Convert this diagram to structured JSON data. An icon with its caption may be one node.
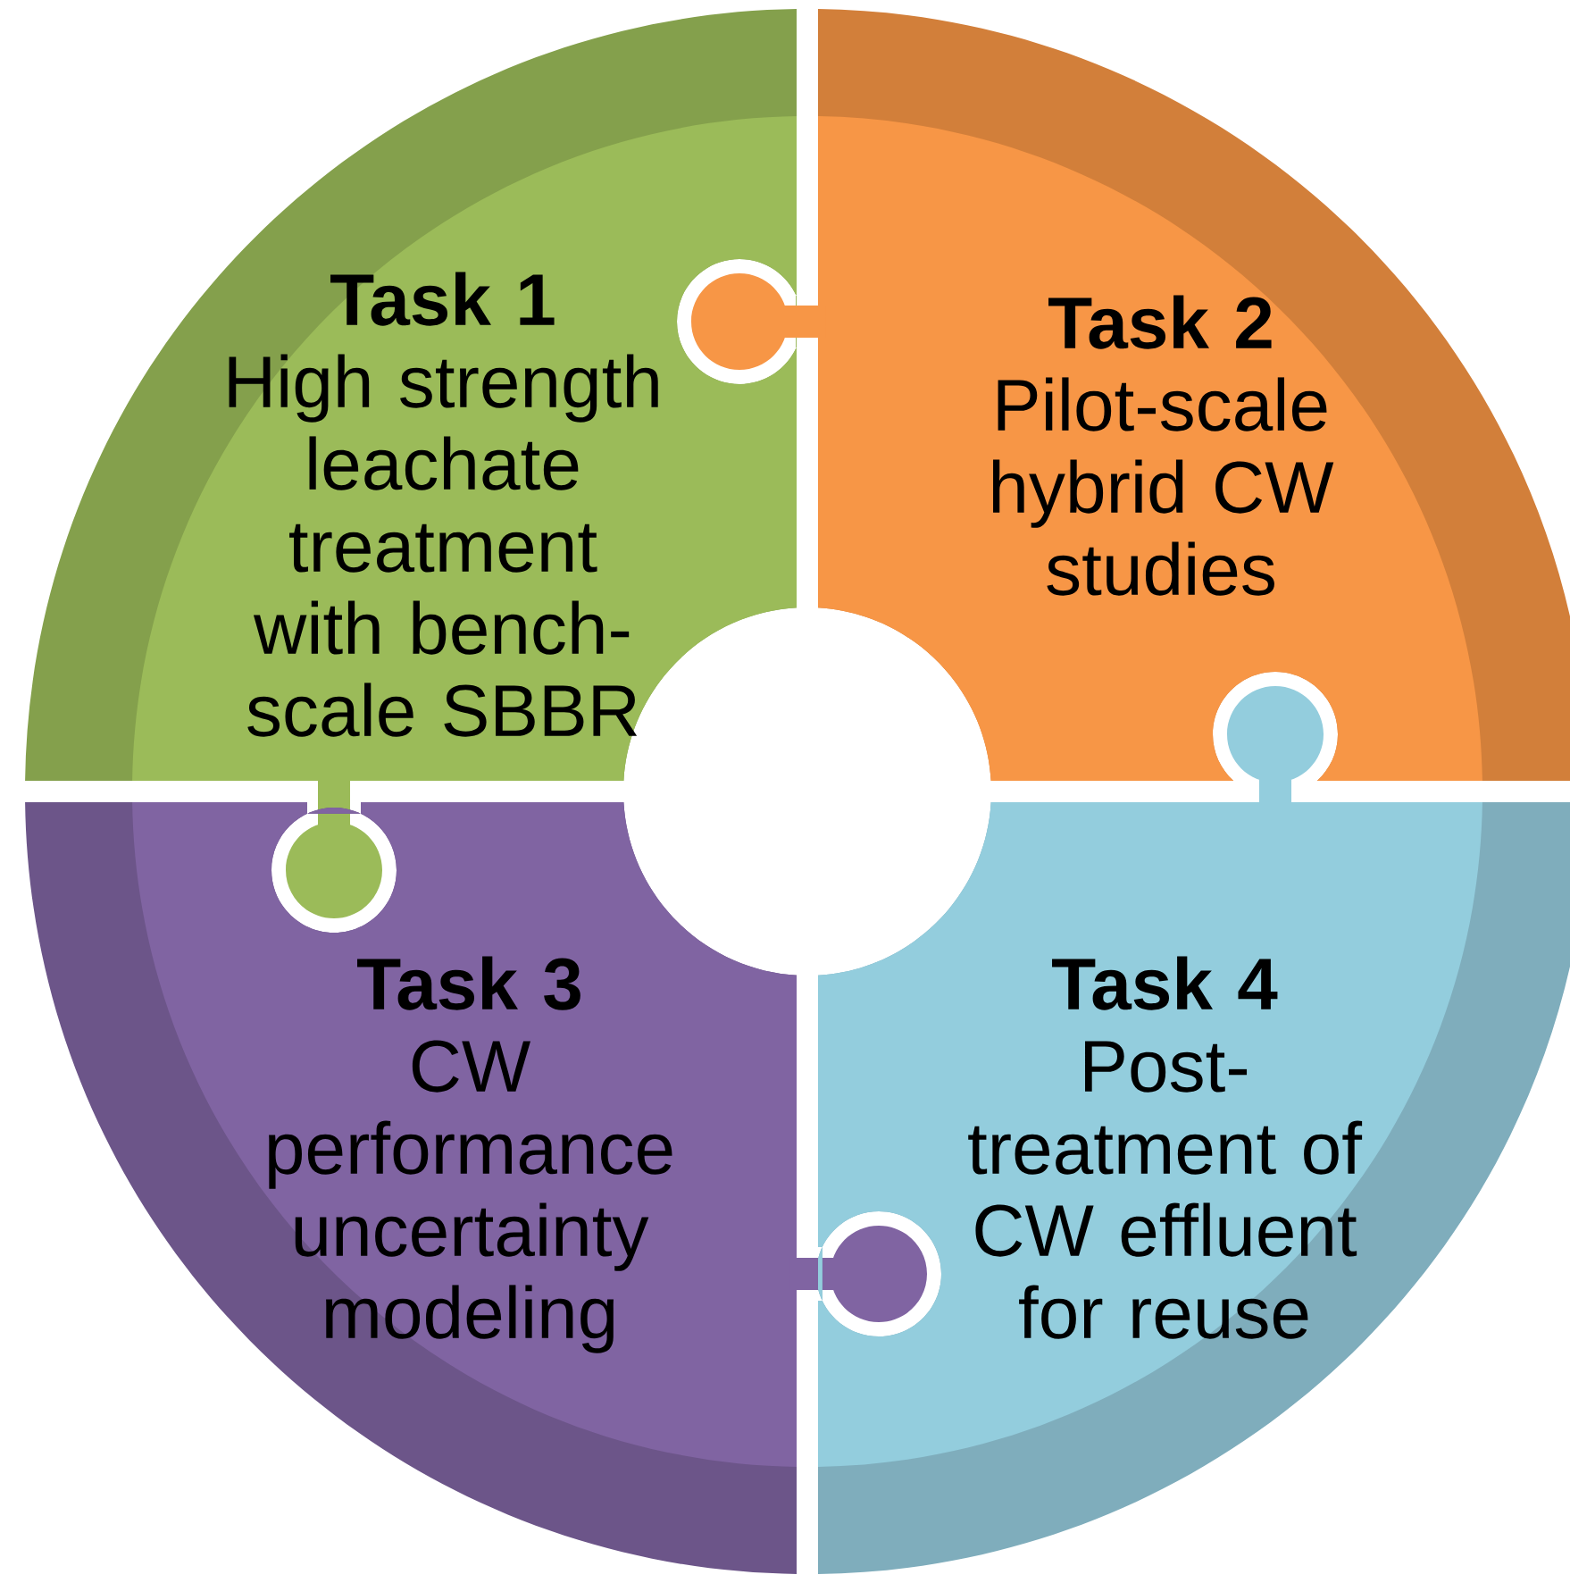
{
  "diagram": {
    "nodes": [
      {
        "text": [
          "Task 1",
          "High strength leachate treatment with bench-scale SBBR"
        ]
      },
      {
        "text": [
          "Task 2",
          "Pilot-scale hybrid CW studies"
        ]
      },
      {
        "text": [
          "Task 3",
          "CW performance uncertainty modeling"
        ]
      },
      {
        "text": [
          "Task 4",
          "Post-treatment of CW effluent for reuse"
        ]
      }
    ]
  }
}
